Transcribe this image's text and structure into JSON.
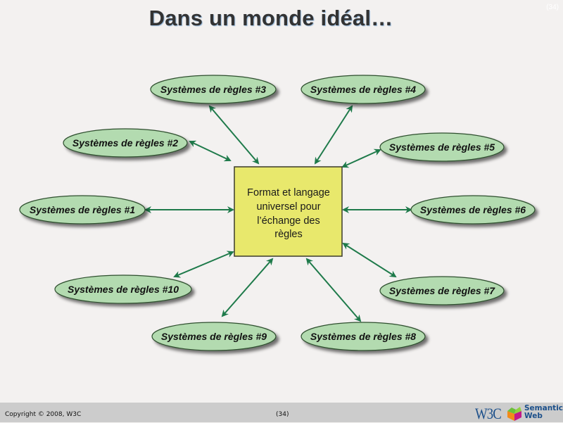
{
  "slide": {
    "title": "Dans un monde idéal…",
    "corner_page": "(34)"
  },
  "diagram": {
    "center": {
      "lines": [
        "Format et langage",
        "universel pour",
        "l’échange des",
        "règles"
      ],
      "fill": "#e8e86c",
      "stroke": "#3a3a2a"
    },
    "node_fill": "#b3dbb0",
    "node_stroke": "#2f4f2f",
    "arrow_color": "#1e7a4a",
    "nodes": [
      {
        "id": 1,
        "label": "Systèmes de règles #1"
      },
      {
        "id": 2,
        "label": "Systèmes de règles #2"
      },
      {
        "id": 3,
        "label": "Systèmes de règles #3"
      },
      {
        "id": 4,
        "label": "Systèmes de règles #4"
      },
      {
        "id": 5,
        "label": "Systèmes de règles #5"
      },
      {
        "id": 6,
        "label": "Systèmes de règles #6"
      },
      {
        "id": 7,
        "label": "Systèmes de règles #7"
      },
      {
        "id": 8,
        "label": "Systèmes de règles #8"
      },
      {
        "id": 9,
        "label": "Systèmes de règles #9"
      },
      {
        "id": 10,
        "label": "Systèmes de règles #10"
      }
    ]
  },
  "footer": {
    "copyright": "Copyright © 2008, W3C",
    "page_number": "(34)",
    "w3c_logo": "W3C",
    "semantic_web_line1": "Semantic",
    "semantic_web_line2": "Web"
  }
}
